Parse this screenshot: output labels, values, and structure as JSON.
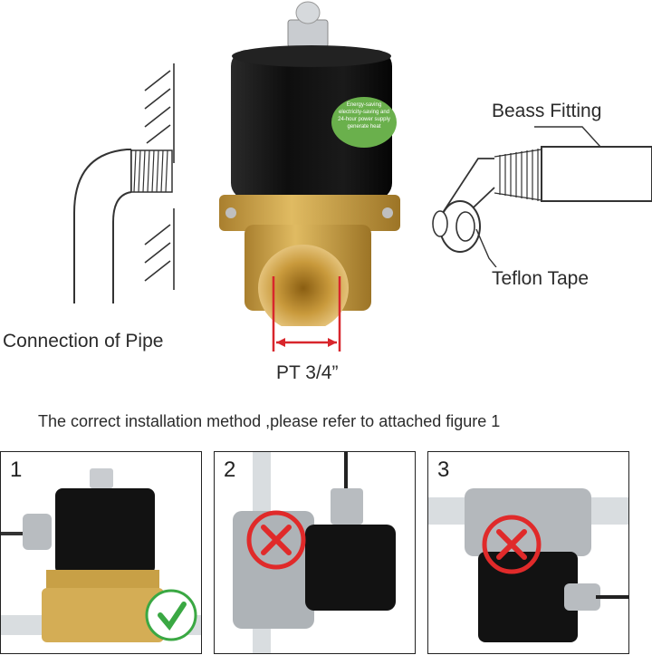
{
  "labels": {
    "connection_of_pipe": "Connection of Pipe",
    "beass_fitting": "Beass Fitting",
    "teflon_tape": "Teflon Tape",
    "pt_size": "PT 3/4”"
  },
  "badge_text": "Energy-saving electricity-saving and 24-hour power supply generate heat",
  "caption": "The correct installation method ,please refer to attached figure 1",
  "panels": [
    {
      "number": "1",
      "status": "correct"
    },
    {
      "number": "2",
      "status": "wrong"
    },
    {
      "number": "3",
      "status": "wrong"
    }
  ],
  "colors": {
    "brass": "#c8a046",
    "coil_black": "#141414",
    "badge_green": "#6ab04c",
    "correct_green": "#3aa843",
    "wrong_red": "#e02a2a",
    "dimension_red": "#d8262c",
    "pipe_gray": "#d9dde0"
  }
}
